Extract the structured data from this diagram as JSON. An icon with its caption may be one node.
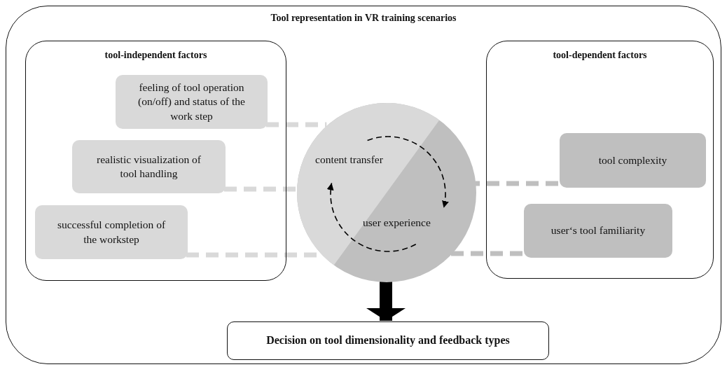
{
  "diagram": {
    "nodes": [
      {
        "text": [
          "Tool representation in VR training scenarios"
        ]
      },
      {
        "text": [
          "tool-independent factors"
        ],
        "in": 0
      },
      {
        "text": [
          "feeling of tool operation (on/off) and status of the work step"
        ],
        "in": 1
      },
      {
        "text": [
          "realistic visualization of tool handling"
        ],
        "in": 1
      },
      {
        "text": [
          "successful completion of the workstep"
        ],
        "in": 1
      },
      {
        "text": [
          "content transfer",
          "user experience"
        ],
        "in": 0
      },
      {
        "text": [
          "tool-dependent factors"
        ],
        "in": 0
      },
      {
        "text": [
          "tool complexity"
        ],
        "in": 6
      },
      {
        "text": [
          "user‘s tool familiarity"
        ],
        "in": 6
      },
      {
        "text": [
          "Decision on tool dimensionality and feedback types"
        ],
        "in": 0
      }
    ],
    "edges": [
      {
        "from": 2,
        "to": 5,
        "arrow": "none",
        "style": "dashed"
      },
      {
        "from": 3,
        "to": 5,
        "arrow": "none",
        "style": "dashed"
      },
      {
        "from": 4,
        "to": 5,
        "arrow": "none",
        "style": "dashed"
      },
      {
        "from": 7,
        "to": 5,
        "arrow": "none",
        "style": "dashed",
        "color": "#bfbfbf"
      },
      {
        "from": 8,
        "to": 5,
        "arrow": "none",
        "style": "dashed",
        "color": "#bfbfbf"
      },
      {
        "from": 5,
        "to": 9,
        "arrow": "to",
        "style": "thick",
        "color": "#000000"
      }
    ]
  }
}
